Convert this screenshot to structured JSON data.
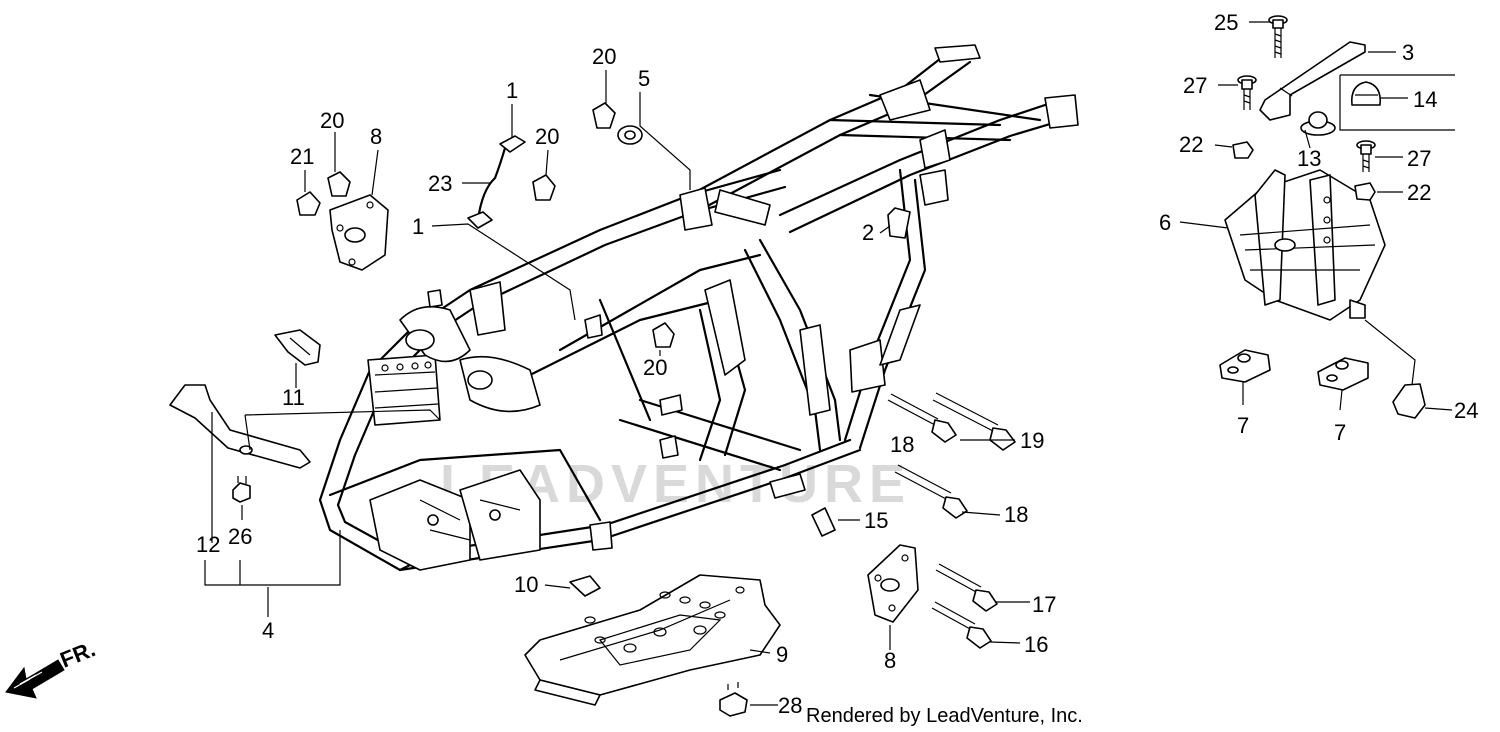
{
  "diagram": {
    "credit": "Rendered by LeadVenture, Inc.",
    "watermark": "LEADVENTURE",
    "direction_label": "FR.",
    "callouts": {
      "c25": "25",
      "c3": "3",
      "c27a": "27",
      "c14": "14",
      "c22a": "22",
      "c13": "13",
      "c27b": "27",
      "c22b": "22",
      "c6": "6",
      "c7a": "7",
      "c7b": "7",
      "c24": "24",
      "c20a": "20",
      "c5": "5",
      "c1a": "1",
      "c20b": "20",
      "c20c": "20",
      "c8a": "8",
      "c21": "21",
      "c23": "23",
      "c1b": "1",
      "c2": "2",
      "c20d": "20",
      "c11": "11",
      "c18a": "18",
      "c19": "19",
      "c18b": "18",
      "c15": "15",
      "c12": "12",
      "c26": "26",
      "c4": "4",
      "c10": "10",
      "c9": "9",
      "c8b": "8",
      "c17": "17",
      "c16": "16",
      "c28": "28"
    }
  }
}
